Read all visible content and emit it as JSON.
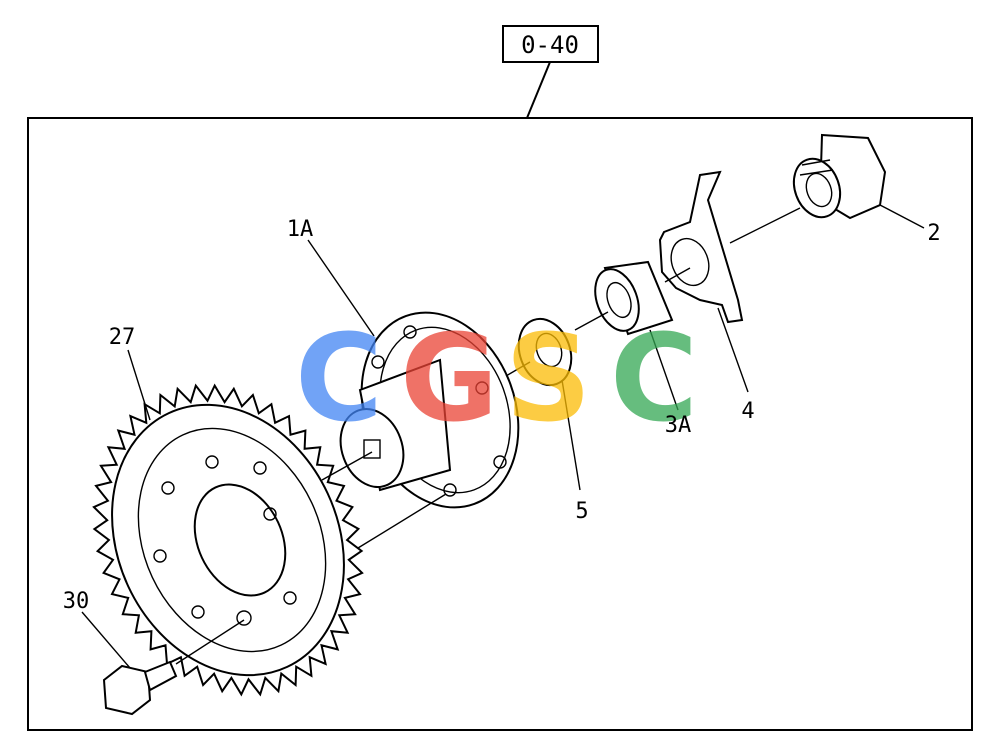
{
  "reference_box": {
    "label": "0-40"
  },
  "callouts": {
    "p1A": "1A",
    "p2": "2",
    "p3A": "3A",
    "p4": "4",
    "p5": "5",
    "p27": "27",
    "p30": "30"
  },
  "watermark": {
    "letters": [
      "C",
      "G",
      "S",
      "C"
    ],
    "colors": [
      "#4285F4",
      "#EA4335",
      "#FBBC05",
      "#34A853"
    ]
  },
  "icons": [
    "gear-icon",
    "hub-icon",
    "washer-icon",
    "sleeve-icon",
    "plate-icon",
    "nut-icon",
    "bolt-icon"
  ]
}
